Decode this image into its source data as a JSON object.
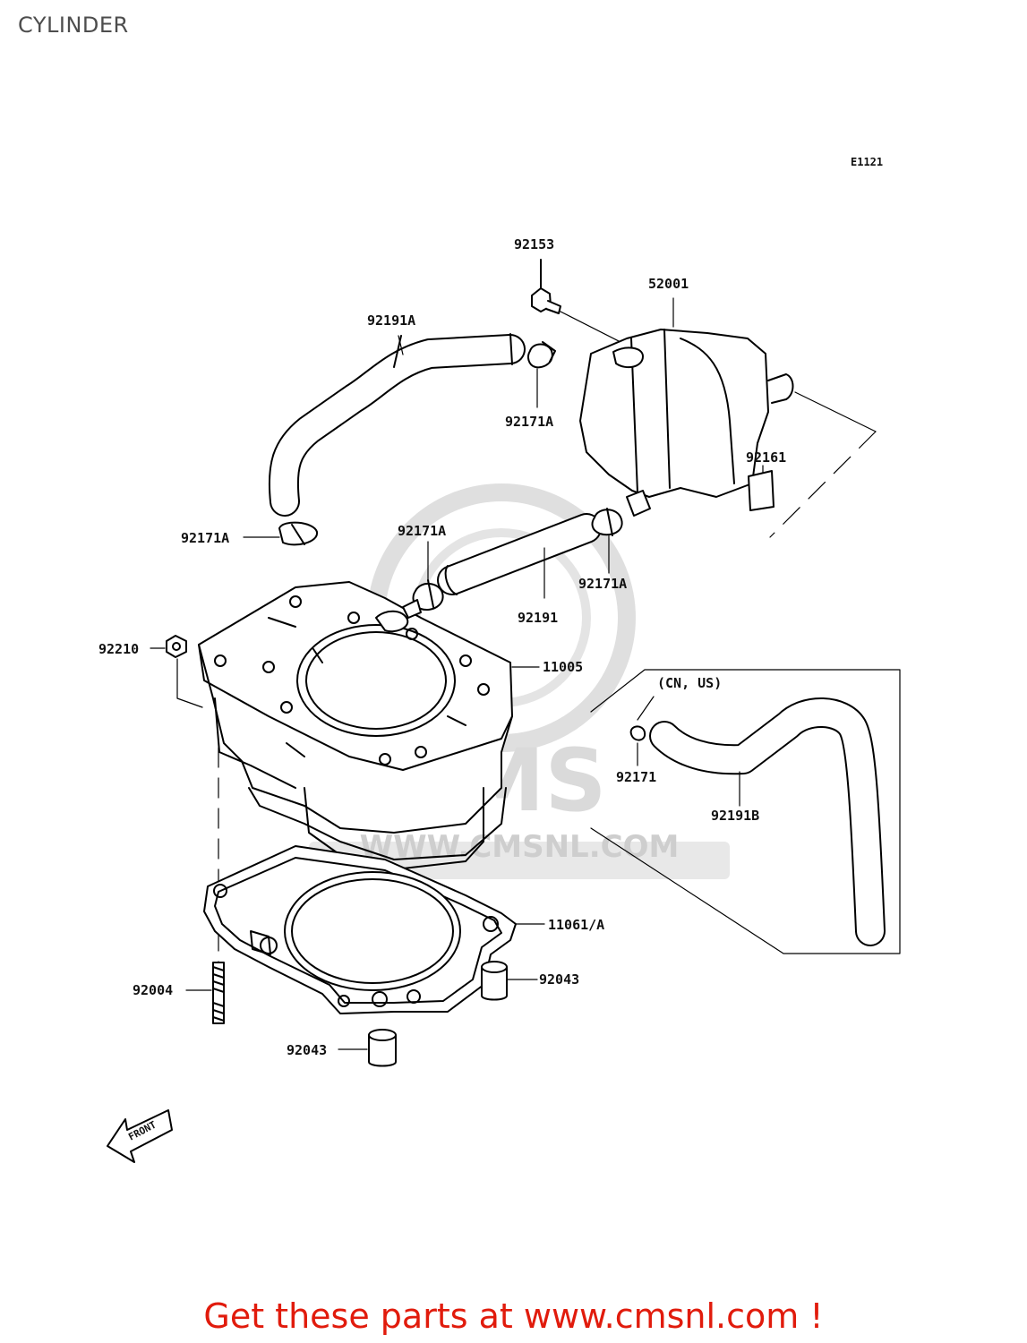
{
  "header": {
    "title": "CYLINDER"
  },
  "diagram": {
    "ref_code": "E1121",
    "inset_note": "(CN, US)",
    "front_label": "FRONT",
    "watermark": {
      "brand": "CMS",
      "site": "WWW.CMSNL.COM"
    },
    "parts": {
      "p92153": "92153",
      "p52001": "52001",
      "p92191A": "92191A",
      "p92171A_top": "92171A",
      "p92161": "92161",
      "p92171A_left": "92171A",
      "p92171A_mid": "92171A",
      "p92171A_right": "92171A",
      "p92191": "92191",
      "p92210": "92210",
      "p11005": "11005",
      "p92171": "92171",
      "p92191B": "92191B",
      "p11061A": "11061/A",
      "p92043_right": "92043",
      "p92004": "92004",
      "p92043_bottom": "92043"
    }
  },
  "footer": {
    "cta": "Get these parts at www.cmsnl.com !",
    "color": "#e11b0c"
  }
}
